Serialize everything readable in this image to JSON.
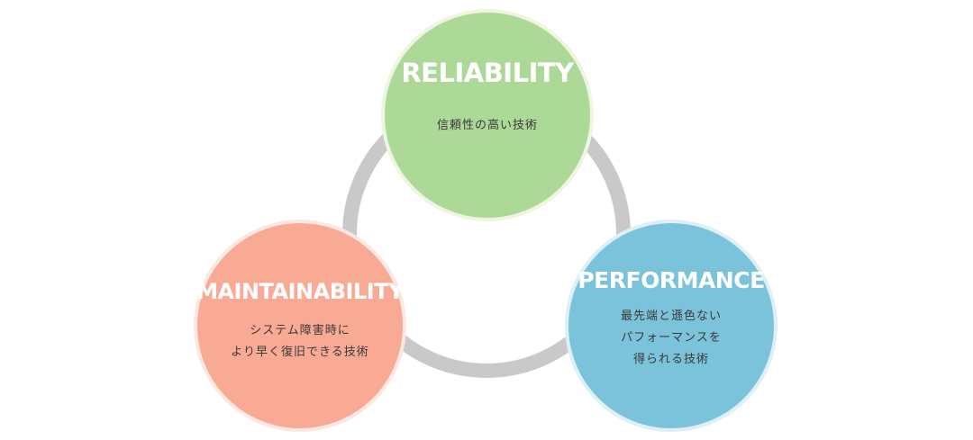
{
  "nodes": {
    "reliability": {
      "title": "RELIABILITY",
      "lines": [
        "信頼性の高い技術"
      ],
      "color": "#acd898"
    },
    "maintainability": {
      "title": "MAINTAINABILITY",
      "lines": [
        "システム障害時に",
        "より早く復旧できる技術"
      ],
      "color": "#f8aa95"
    },
    "performance": {
      "title": "PERFORMANCE",
      "lines": [
        "最先端と遜色ない",
        "パフォーマンスを",
        "得られる技術"
      ],
      "color": "#7bc3da"
    }
  },
  "ring_color": "#c9c9c9"
}
